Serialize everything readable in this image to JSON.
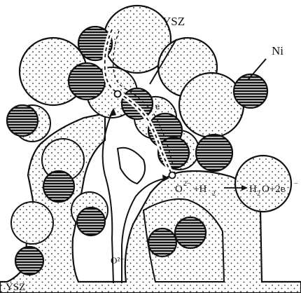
{
  "labels": {
    "ysz_top": "YSZ",
    "ni": "Ni",
    "electron": "e",
    "oxygen_ion": "O²⁻",
    "ysz_bottom": "YSZ"
  },
  "reaction": {
    "reactant_o": "O",
    "reactant_o_charge": "2−",
    "plus_h": "+H",
    "h_subscript": "2",
    "product_h": "H",
    "product_h_subscript": "2",
    "product_rest": "O+2e",
    "product_e_charge": "−"
  },
  "colors": {
    "ink": "#111111",
    "background": "#ffffff",
    "path": "#ffffff"
  }
}
